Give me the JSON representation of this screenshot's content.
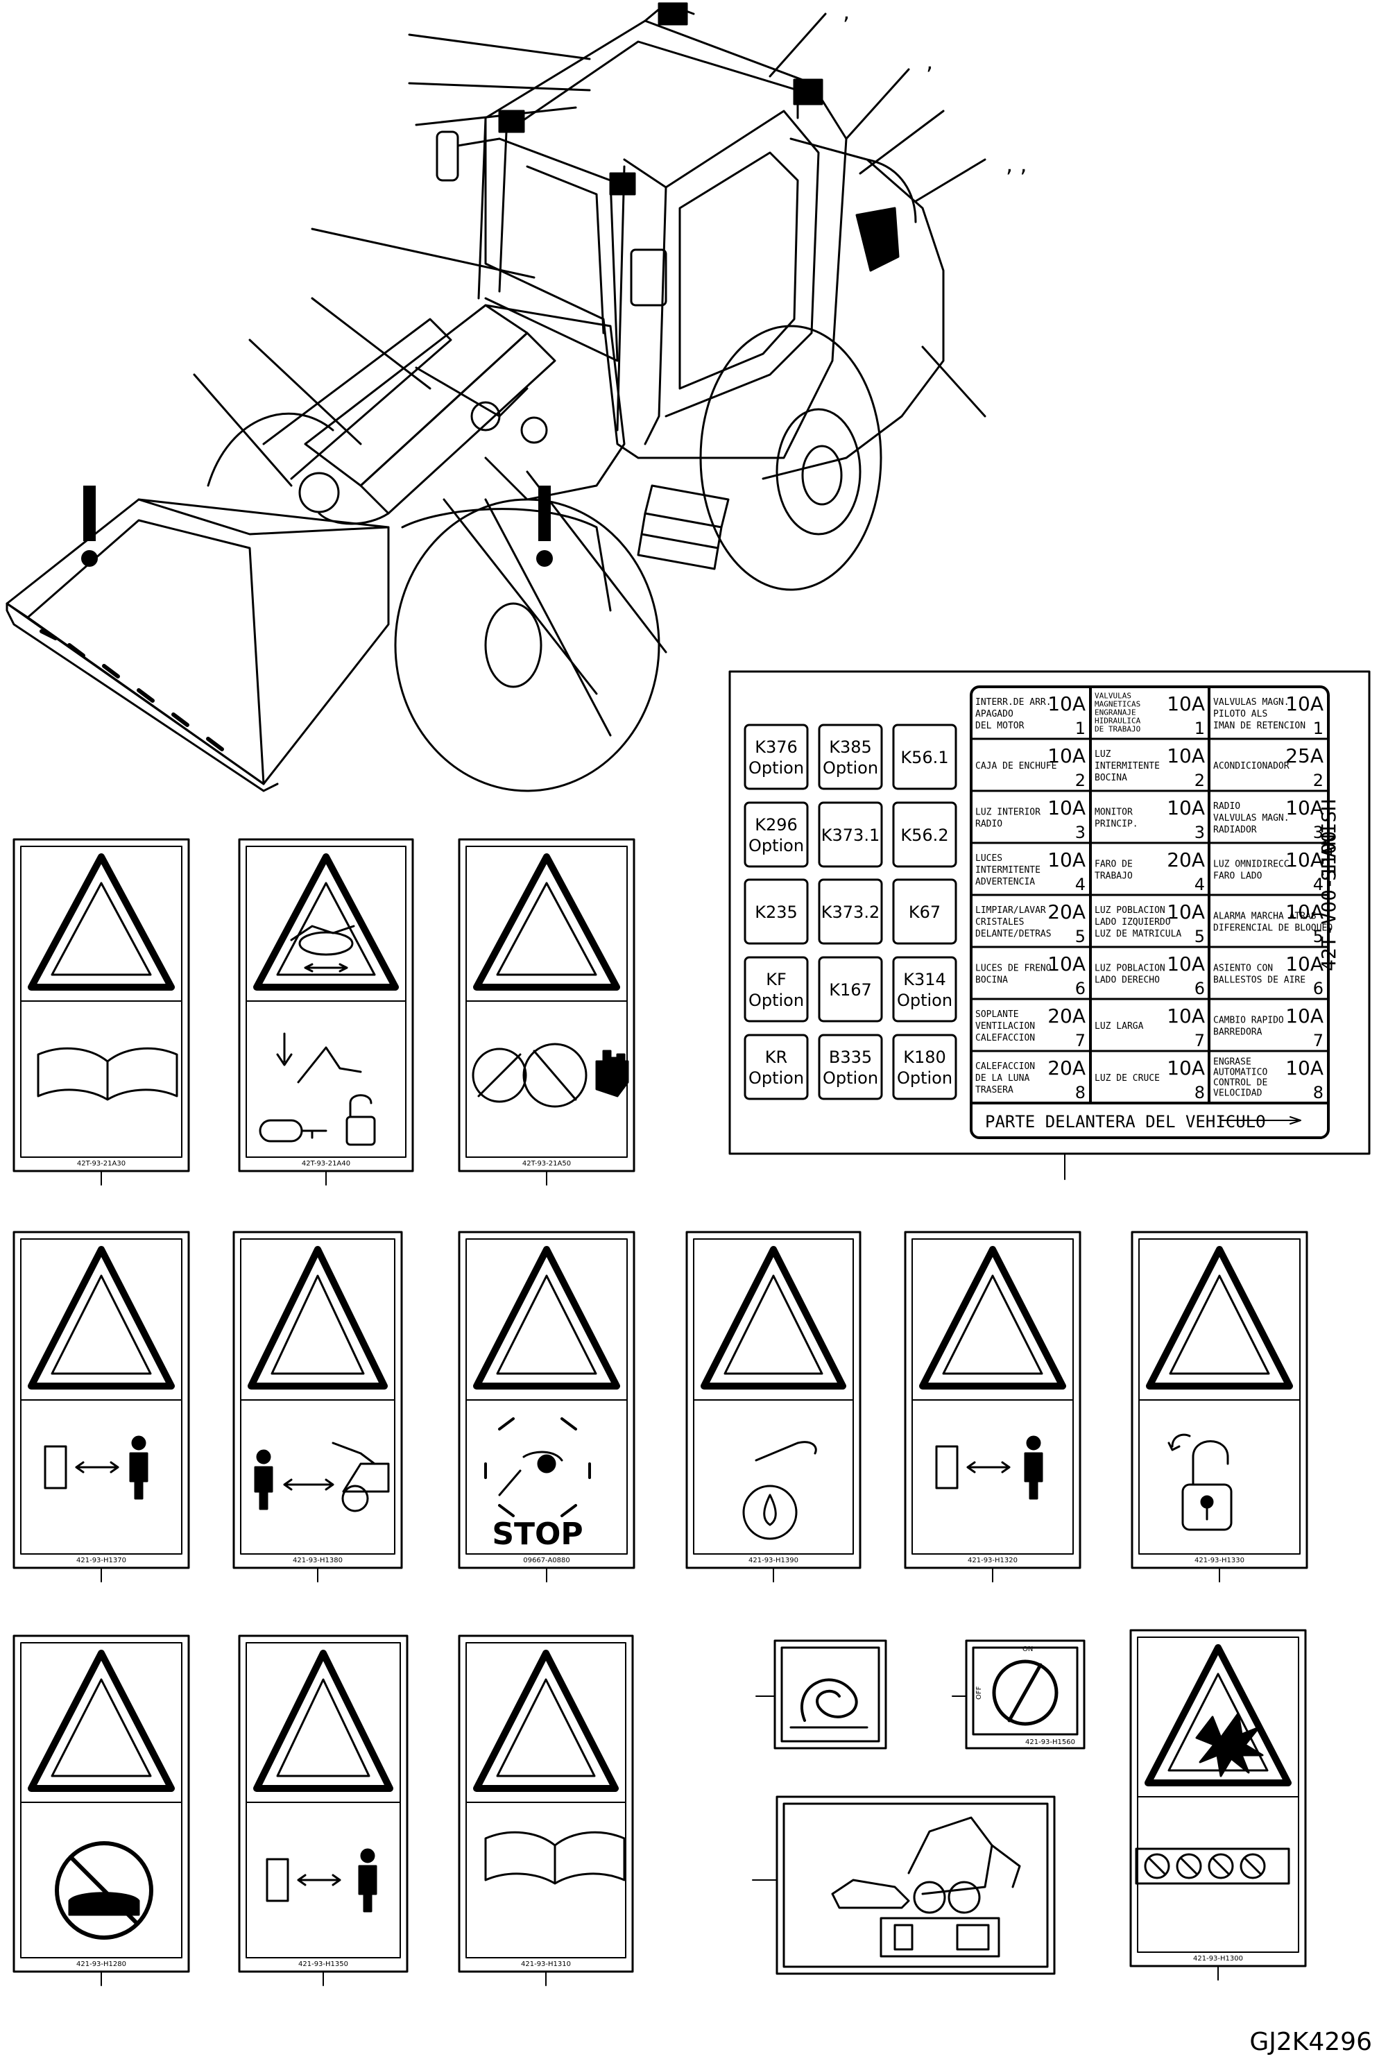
{
  "drawing_id": "GJ2K4296",
  "callout_marks": [
    ",",
    ",",
    ", ,"
  ],
  "fuse_label": {
    "relays": [
      {
        "code": "K376",
        "sub": "Option"
      },
      {
        "code": "K385",
        "sub": "Option"
      },
      {
        "code": "K56.1",
        "sub": ""
      },
      {
        "code": "K296",
        "sub": "Option"
      },
      {
        "code": "K373.1",
        "sub": ""
      },
      {
        "code": "K56.2",
        "sub": ""
      },
      {
        "code": "K235",
        "sub": ""
      },
      {
        "code": "K373.2",
        "sub": ""
      },
      {
        "code": "K67",
        "sub": ""
      },
      {
        "code": "KF",
        "sub": "Option"
      },
      {
        "code": "K167",
        "sub": ""
      },
      {
        "code": "K314",
        "sub": "Option"
      },
      {
        "code": "KR",
        "sub": "Option"
      },
      {
        "code": "B335",
        "sub": "Option"
      },
      {
        "code": "K180",
        "sub": "Option"
      }
    ],
    "fuses": [
      [
        {
          "lines": [
            "INTERR.DE ARR.",
            "APAGADO",
            "DEL MOTOR"
          ],
          "amp": "10A",
          "num": "1"
        },
        {
          "lines": [
            "CAJA DE ENCHUFE"
          ],
          "amp": "10A",
          "num": "2"
        },
        {
          "lines": [
            "LUZ INTERIOR",
            "RADIO"
          ],
          "amp": "10A",
          "num": "3"
        },
        {
          "lines": [
            "LUCES",
            "INTERMITENTE",
            "ADVERTENCIA"
          ],
          "amp": "10A",
          "num": "4"
        },
        {
          "lines": [
            "LIMPIAR/LAVAR",
            "CRISTALES",
            "DELANTE/DETRAS"
          ],
          "amp": "20A",
          "num": "5"
        },
        {
          "lines": [
            "LUCES DE FRENO",
            "BOCINA"
          ],
          "amp": "10A",
          "num": "6"
        },
        {
          "lines": [
            "SOPLANTE",
            "VENTILACION",
            "CALEFACCION"
          ],
          "amp": "20A",
          "num": "7"
        },
        {
          "lines": [
            "CALEFACCION",
            "DE LA LUNA",
            "TRASERA"
          ],
          "amp": "20A",
          "num": "8"
        }
      ],
      [
        {
          "lines": [
            "VALVULAS",
            "MAGNETICAS",
            "ENGRANAJE",
            "HIDRAULICA",
            "DE TRABAJO"
          ],
          "amp": "10A",
          "num": "1"
        },
        {
          "lines": [
            "LUZ",
            "INTERMITENTE",
            "BOCINA"
          ],
          "amp": "10A",
          "num": "2"
        },
        {
          "lines": [
            "MONITOR",
            "PRINCIP."
          ],
          "amp": "10A",
          "num": "3"
        },
        {
          "lines": [
            "FARO DE",
            "TRABAJO"
          ],
          "amp": "20A",
          "num": "4"
        },
        {
          "lines": [
            "LUZ POBLACION",
            "LADO IZQUIERDO",
            "LUZ DE MATRICULA"
          ],
          "amp": "10A",
          "num": "5"
        },
        {
          "lines": [
            "LUZ POBLACION",
            "LADO DERECHO"
          ],
          "amp": "10A",
          "num": "6"
        },
        {
          "lines": [
            "LUZ LARGA"
          ],
          "amp": "10A",
          "num": "7"
        },
        {
          "lines": [
            "LUZ DE CRUCE"
          ],
          "amp": "10A",
          "num": "8"
        }
      ],
      [
        {
          "lines": [
            "VALVULAS MAGN.",
            "PILOTO ALS",
            "IMAN DE RETENCION"
          ],
          "amp": "10A",
          "num": "1"
        },
        {
          "lines": [
            "ACONDICIONADOR"
          ],
          "amp": "25A",
          "num": "2"
        },
        {
          "lines": [
            "RADIO",
            "VALVULAS MAGN.",
            "RADIADOR"
          ],
          "amp": "10A",
          "num": "3"
        },
        {
          "lines": [
            "LUZ OMNIDIRECC.",
            "FARO LADO"
          ],
          "amp": "10A",
          "num": "4"
        },
        {
          "lines": [
            "ALARMA MARCHA ATRAS",
            "DIFERENCIAL DE BLOQUEO"
          ],
          "amp": "10A",
          "num": "5"
        },
        {
          "lines": [
            "ASIENTO CON",
            "BALLESTOS DE AIRE"
          ],
          "amp": "10A",
          "num": "6"
        },
        {
          "lines": [
            "CAMBIO RAPIDO",
            "BARREDORA"
          ],
          "amp": "10A",
          "num": "7"
        },
        {
          "lines": [
            "ENGRASE",
            "AUTOMATICO",
            "CONTROL DE",
            "VELOCIDAD"
          ],
          "amp": "10A",
          "num": "8"
        }
      ]
    ],
    "footer": "PARTE DELANTERA DEL VEHICULO",
    "side_code": "42T-V00-1100",
    "side_lang": "SPANISH"
  },
  "decals": [
    {
      "code": "42T-93-21A30"
    },
    {
      "code": "42T-93-21A40"
    },
    {
      "code": "42T-93-21A50"
    },
    {
      "code": "421-93-H1370"
    },
    {
      "code": "421-93-H1380"
    },
    {
      "code": "09667-A0880",
      "stop": "STOP"
    },
    {
      "code": "421-93-H1390"
    },
    {
      "code": "421-93-H1320"
    },
    {
      "code": "421-93-H1330"
    },
    {
      "code": "421-93-H1280"
    },
    {
      "code": "421-93-H1350"
    },
    {
      "code": "421-93-H1310"
    },
    {
      "code": "421-93-H1300"
    }
  ],
  "switch_decal": {
    "code": "421-93-H1560",
    "on": "ON",
    "off": "OFF"
  }
}
